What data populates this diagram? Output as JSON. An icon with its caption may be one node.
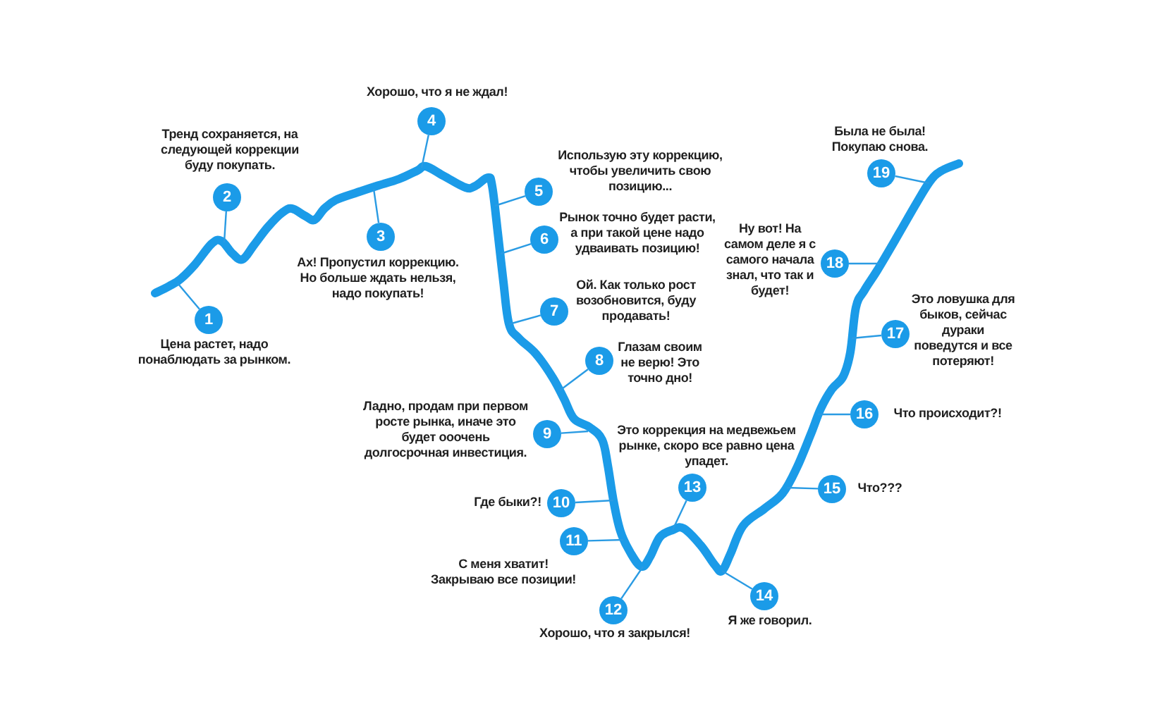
{
  "diagram": {
    "nodes": [
      {
        "text": [
          "1"
        ],
        "beside": [
          "Цена растет, надо понаблюдать за рынком."
        ]
      },
      {
        "text": [
          "2"
        ],
        "beside": [
          "Тренд сохраняется, на следующей коррекции буду покупать."
        ]
      },
      {
        "text": [
          "3"
        ],
        "beside": [
          "Ах! Пропустил коррекцию. Но больше ждать нельзя, надо покупать!"
        ]
      },
      {
        "text": [
          "4"
        ],
        "beside": [
          "Хорошо, что я не ждал!"
        ]
      },
      {
        "text": [
          "5"
        ],
        "beside": [
          "Использую эту коррекцию, чтобы увеличить свою позицию..."
        ]
      },
      {
        "text": [
          "6"
        ],
        "beside": [
          "Рынок точно будет расти, а при такой цене надо удваивать позицию!"
        ]
      },
      {
        "text": [
          "7"
        ],
        "beside": [
          "Ой. Как только рост возобновится, буду продавать!"
        ]
      },
      {
        "text": [
          "8"
        ],
        "beside": [
          "Глазам своим не верю! Это точно дно!"
        ]
      },
      {
        "text": [
          "9"
        ],
        "beside": [
          "Ладно, продам при первом росте рынка, иначе это будет ооочень долгосрочная инвестиция."
        ]
      },
      {
        "text": [
          "10"
        ],
        "beside": [
          "Где быки?!"
        ]
      },
      {
        "text": [
          "11"
        ],
        "beside": [
          "С меня хватит! Закрываю все позиции!"
        ]
      },
      {
        "text": [
          "12"
        ],
        "beside": [
          "Хорошо, что я закрылся!"
        ]
      },
      {
        "text": [
          "13"
        ],
        "beside": [
          "Это коррекция на медвежьем рынке, скоро все равно цена упадет."
        ]
      },
      {
        "text": [
          "14"
        ],
        "beside": [
          "Я же говорил."
        ]
      },
      {
        "text": [
          "15"
        ],
        "beside": [
          "Что???"
        ]
      },
      {
        "text": [
          "16"
        ],
        "beside": [
          "Что происходит?!"
        ]
      },
      {
        "text": [
          "17"
        ],
        "beside": [
          "Это ловушка для быков, сейчас дураки поведутся и все потеряют!"
        ]
      },
      {
        "text": [
          "18"
        ],
        "beside": [
          "Ну вот! На самом деле я с самого начала знал, что так и будет!"
        ]
      },
      {
        "text": [
          "19"
        ],
        "beside": [
          "Была не была! Покупаю снова."
        ]
      }
    ],
    "edges": [
      {
        "from": 0,
        "to": null,
        "arrow": "none"
      },
      {
        "from": 1,
        "to": null,
        "arrow": "none"
      },
      {
        "from": 2,
        "to": null,
        "arrow": "none"
      },
      {
        "from": 3,
        "to": null,
        "arrow": "none"
      },
      {
        "from": 4,
        "to": null,
        "arrow": "none"
      },
      {
        "from": 5,
        "to": null,
        "arrow": "none"
      },
      {
        "from": 6,
        "to": null,
        "arrow": "none"
      },
      {
        "from": 7,
        "to": null,
        "arrow": "none"
      },
      {
        "from": 8,
        "to": null,
        "arrow": "none"
      },
      {
        "from": 9,
        "to": null,
        "arrow": "none"
      },
      {
        "from": 10,
        "to": null,
        "arrow": "none"
      },
      {
        "from": 11,
        "to": null,
        "arrow": "none"
      },
      {
        "from": 12,
        "to": null,
        "arrow": "none"
      },
      {
        "from": 13,
        "to": null,
        "arrow": "none"
      },
      {
        "from": 14,
        "to": null,
        "arrow": "none"
      },
      {
        "from": 15,
        "to": null,
        "arrow": "none"
      },
      {
        "from": 16,
        "to": null,
        "arrow": "none"
      },
      {
        "from": 17,
        "to": null,
        "arrow": "none"
      },
      {
        "from": 18,
        "to": null,
        "arrow": "none"
      }
    ]
  }
}
